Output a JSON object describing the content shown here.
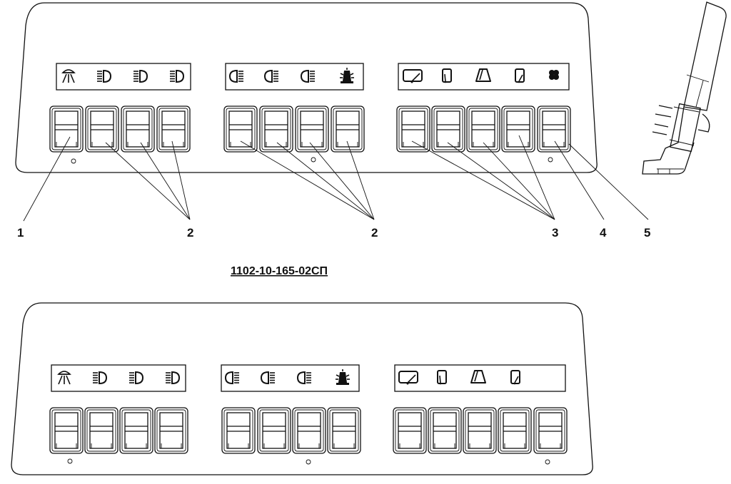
{
  "drawing_title": "1102-10-165-02СП",
  "callouts": [
    {
      "label": "1"
    },
    {
      "label": "2"
    },
    {
      "label": "2"
    },
    {
      "label": "3"
    },
    {
      "label": "4"
    },
    {
      "label": "5"
    }
  ],
  "panels": [
    {
      "name": "panel-top",
      "groups": [
        {
          "icons": [
            "interior-light-icon",
            "headlight-low-beam-icon",
            "headlight-low-beam-icon",
            "headlight-low-beam-icon"
          ],
          "switches": 4
        },
        {
          "icons": [
            "fog-light-icon",
            "fog-light-icon",
            "fog-light-icon",
            "beacon-icon"
          ],
          "switches": 4
        },
        {
          "icons": [
            "rear-wiper-icon",
            "side-wiper-icon",
            "front-wiper-icon",
            "side-wiper-icon",
            "fan-icon"
          ],
          "switches": 5
        }
      ]
    },
    {
      "name": "panel-bottom",
      "groups": [
        {
          "icons": [
            "interior-light-icon",
            "headlight-low-beam-icon",
            "headlight-low-beam-icon",
            "headlight-low-beam-icon"
          ],
          "switches": 4
        },
        {
          "icons": [
            "fog-light-icon",
            "fog-light-icon",
            "fog-light-icon",
            "beacon-icon"
          ],
          "switches": 4
        },
        {
          "icons": [
            "rear-wiper-icon",
            "side-wiper-icon",
            "front-wiper-icon",
            "side-wiper-icon"
          ],
          "switches": 5
        }
      ]
    }
  ]
}
